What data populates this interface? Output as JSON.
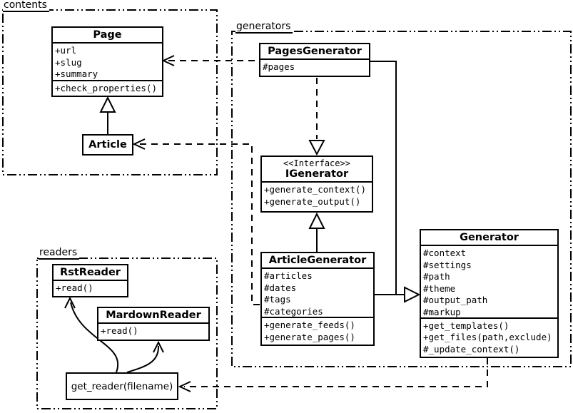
{
  "diagram_type": "uml-class-diagram",
  "colors": {
    "line": "#000000",
    "background": "#ffffff",
    "text": "#000000"
  },
  "packages": {
    "contents": {
      "label": "contents"
    },
    "generators": {
      "label": "generators"
    },
    "readers": {
      "label": "readers"
    }
  },
  "classes": {
    "page": {
      "title": "Page",
      "attributes": [
        "+url",
        "+slug",
        "+summary"
      ],
      "methods": [
        "+check_properties()"
      ]
    },
    "article": {
      "title": "Article"
    },
    "pages_generator": {
      "title": "PagesGenerator",
      "attributes": [
        "#pages"
      ]
    },
    "igenerator": {
      "stereotype": "<<Interface>>",
      "title": "IGenerator",
      "methods": [
        "+generate_context()",
        "+generate_output()"
      ]
    },
    "article_generator": {
      "title": "ArticleGenerator",
      "attributes": [
        "#articles",
        "#dates",
        "#tags",
        "#categories"
      ],
      "methods": [
        "+generate_feeds()",
        "+generate_pages()"
      ]
    },
    "generator": {
      "title": "Generator",
      "attributes": [
        "#context",
        "#settings",
        "#path",
        "#theme",
        "#output_path",
        "#markup"
      ],
      "methods": [
        "+get_templates()",
        "+get_files(path,exclude)",
        "#_update_context()"
      ]
    },
    "rst_reader": {
      "title": "RstReader",
      "methods": [
        "+read()"
      ]
    },
    "mardown_reader": {
      "title": "MardownReader",
      "methods": [
        "+read()"
      ]
    },
    "get_reader": {
      "label": "get_reader(filename)"
    }
  },
  "relations": [
    {
      "from": "Article",
      "to": "Page",
      "type": "inheritance",
      "line": "solid-hollow-triangle"
    },
    {
      "from": "PagesGenerator",
      "to": "Page",
      "type": "dependency",
      "line": "dashed-open-arrow"
    },
    {
      "from": "ArticleGenerator",
      "to": "Article",
      "type": "dependency",
      "line": "dashed-open-arrow"
    },
    {
      "from": "PagesGenerator",
      "to": "IGenerator",
      "type": "realization",
      "line": "dashed-hollow-triangle"
    },
    {
      "from": "ArticleGenerator",
      "to": "IGenerator",
      "type": "inheritance",
      "line": "solid-hollow-triangle"
    },
    {
      "from": "PagesGenerator",
      "to": "Generator",
      "type": "inheritance",
      "line": "solid-hollow-triangle"
    },
    {
      "from": "ArticleGenerator",
      "to": "Generator",
      "type": "inheritance",
      "line": "solid-hollow-triangle"
    },
    {
      "from": "Generator",
      "to": "get_reader(filename)",
      "type": "dependency",
      "line": "dashed-open-arrow"
    },
    {
      "from": "get_reader(filename)",
      "to": "RstReader",
      "type": "call",
      "line": "curved-open-arrow"
    },
    {
      "from": "get_reader(filename)",
      "to": "MardownReader",
      "type": "call",
      "line": "curved-open-arrow"
    }
  ]
}
